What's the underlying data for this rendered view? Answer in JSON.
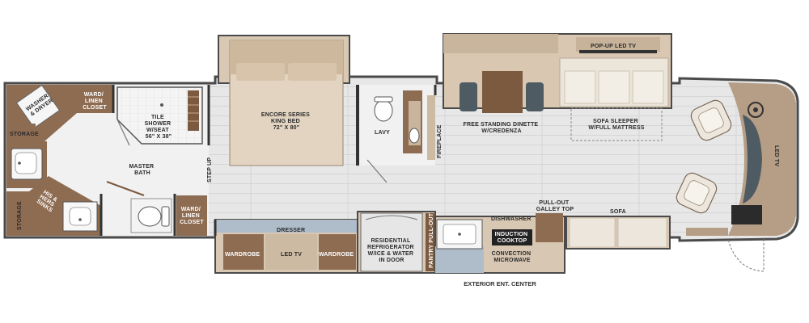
{
  "colors": {
    "floor": "#e6e6e6",
    "floor_line": "#d2d2d2",
    "wall": "#4a4a4a",
    "wood": "#8b6a4f",
    "tan": "#c9b59d",
    "sofa": "#ece6dc",
    "cockpit": "#b59d86",
    "bed": "#e3d6c4",
    "slide": "#d8c7b3",
    "blue": "#aebdc9"
  },
  "icons": {
    "toilet": "toilet-icon",
    "sink": "sink-icon",
    "captain_chair": "chair-icon",
    "steering_wheel": "steering-wheel-icon",
    "door": "door-icon"
  },
  "labels": {
    "washer_dryer": [
      "WASHER",
      "& DRYER"
    ],
    "ward_linen_closet_rear": [
      "WARD/",
      "LINEN",
      "CLOSET"
    ],
    "tile_shower": [
      "TILE",
      "SHOWER",
      "W/SEAT",
      "56\" X 38\""
    ],
    "storage_top": "STORAGE",
    "storage_bottom": "STORAGE",
    "his_hers_sinks": [
      "HIS &",
      "HERS",
      "SINKS"
    ],
    "master_bath": [
      "MASTER",
      "BATH"
    ],
    "ward_linen_closet_front": [
      "WARD/",
      "LINEN",
      "CLOSET"
    ],
    "step_up": "STEP UP",
    "bed": [
      "ENCORE SERIES",
      "KING BED",
      "72\" X 80\""
    ],
    "dresser": "DRESSER",
    "wardrobe_left": "WARDROBE",
    "led_tv_bedroom": "LED TV",
    "wardrobe_right": "WARDROBE",
    "lavy": "LAVY",
    "fireplace": "FIREPLACE",
    "refrigerator": [
      "RESIDENTIAL",
      "REFRIGERATOR",
      "W/ICE & WATER",
      "IN DOOR"
    ],
    "pantry_pullout": "PANTRY PULL-OUT",
    "dinette": [
      "FREE STANDING DINETTE",
      "W/CREDENZA"
    ],
    "popup_tv": "POP-UP LED TV",
    "sofa_sleeper": [
      "SOFA SLEEPER",
      "W/FULL MATTRESS"
    ],
    "dishwasher": "DISHWASHER",
    "pullout_galley": [
      "PULL-OUT",
      "GALLEY TOP"
    ],
    "induction_cooktop": [
      "INDUCTION",
      "COOKTOP"
    ],
    "convection_microwave": [
      "CONVECTION",
      "MICROWAVE"
    ],
    "sofa_front": "SOFA",
    "led_tv_cab": "LED TV",
    "exterior_center": "EXTERIOR ENT. CENTER"
  }
}
